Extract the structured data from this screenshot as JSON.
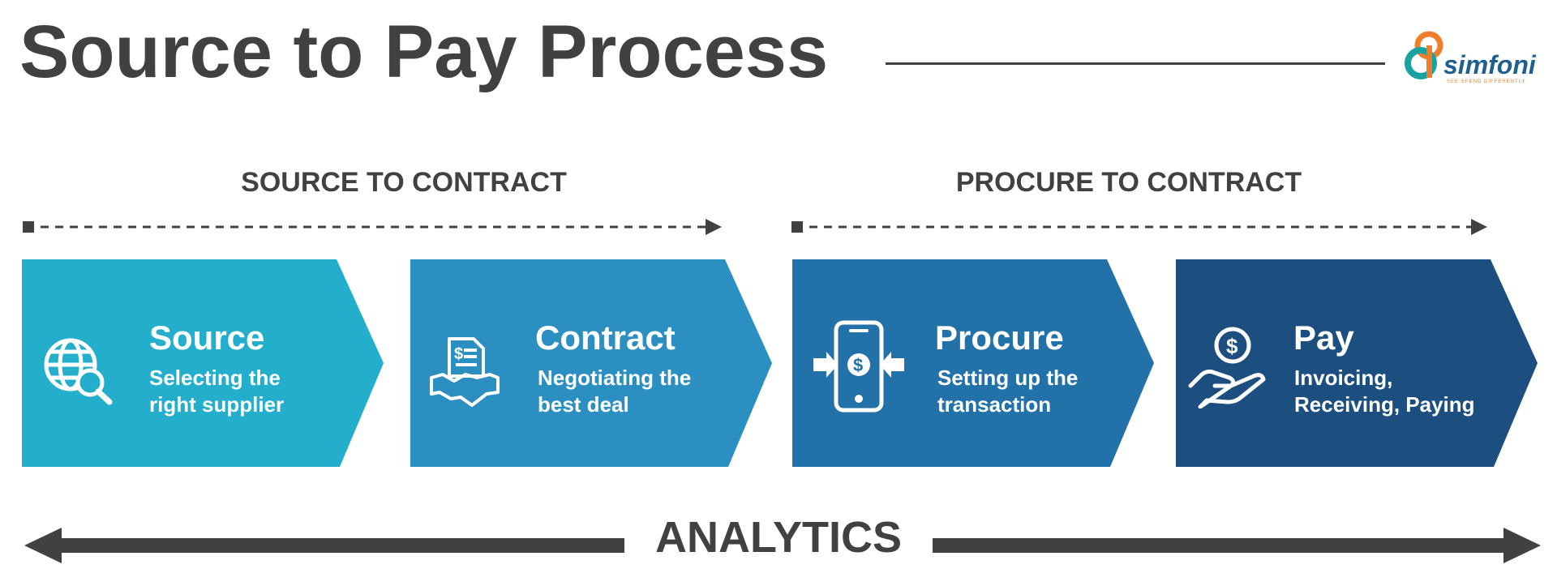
{
  "title": "Source to Pay Process",
  "logo": {
    "word": "simfoni",
    "tagline": "SEE SPEND DIFFERENTLY"
  },
  "phases": [
    {
      "label": "SOURCE TO CONTRACT"
    },
    {
      "label": "PROCURE TO CONTRACT"
    }
  ],
  "steps": [
    {
      "title": "Source",
      "description": "Selecting the\nright supplier",
      "icon": "globe-search-icon",
      "color": "#23aecb"
    },
    {
      "title": "Contract",
      "description": "Negotiating the\nbest deal",
      "icon": "contract-handshake-icon",
      "color": "#2b8fc2"
    },
    {
      "title": "Procure",
      "description": "Setting up the\ntransaction",
      "icon": "mobile-payment-icon",
      "color": "#2272a9"
    },
    {
      "title": "Pay",
      "description": "Invoicing,\nReceiving, Paying",
      "icon": "hand-coin-icon",
      "color": "#1c4f80"
    }
  ],
  "analytics": {
    "label": "ANALYTICS"
  },
  "colors": {
    "text": "#414141",
    "logo_teal": "#1e5f8f",
    "logo_orange": "#ef7d2b"
  }
}
